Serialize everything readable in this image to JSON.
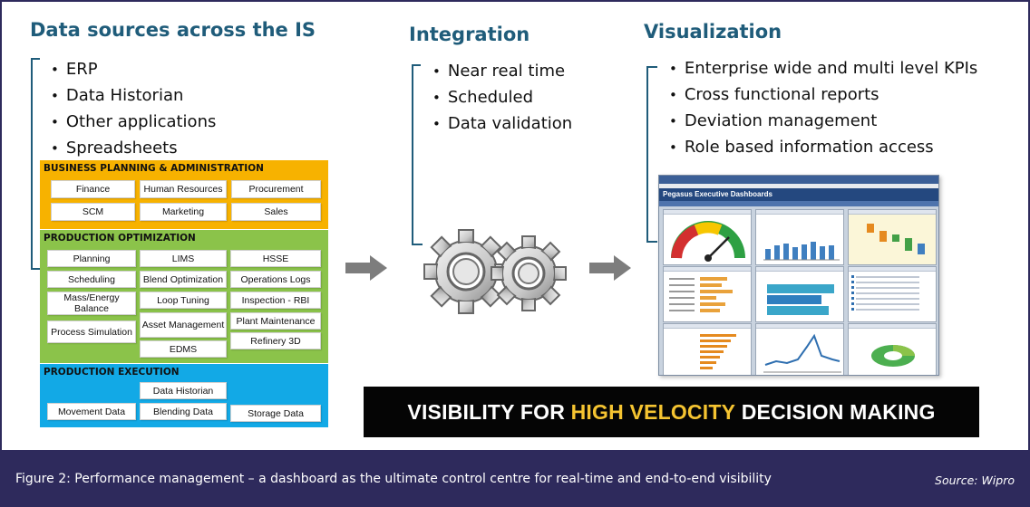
{
  "columns": {
    "sources": {
      "title": "Data sources across the IS",
      "items": [
        "ERP",
        "Data Historian",
        "Other applications",
        "Spreadsheets"
      ]
    },
    "integration": {
      "title": "Integration",
      "items": [
        "Near real time",
        "Scheduled",
        "Data validation"
      ]
    },
    "visualization": {
      "title": "Visualization",
      "items": [
        "Enterprise wide and multi level  KPIs",
        "Cross functional reports",
        "Deviation management",
        "Role based information access"
      ]
    }
  },
  "panels": {
    "bpa": {
      "title": "BUSINESS PLANNING & ADMINISTRATION",
      "boxes": [
        "Finance",
        "Human Resources",
        "Procurement",
        "SCM",
        "Marketing",
        "Sales"
      ]
    },
    "po": {
      "title": "PRODUCTION OPTIMIZATION",
      "boxes": [
        "Planning",
        "LIMS",
        "HSSE",
        "Scheduling",
        "Blend Optimization",
        "Operations Logs",
        "Mass/Energy Balance",
        "Loop Tuning",
        "Inspection - RBI",
        "Asset Management",
        "Plant Maintenance",
        "Process Simulation",
        "Refinery 3D",
        "EDMS"
      ]
    },
    "pe": {
      "title": "PRODUCTION EXECUTION",
      "boxes": [
        "Data Historian",
        "Movement Data",
        "Blending Data",
        "Storage Data"
      ]
    }
  },
  "dashboard": {
    "title": "Pegasus Executive Dashboards"
  },
  "banner": {
    "pre": "VISIBILITY FOR ",
    "highlight": "HIGH VELOCITY",
    "post": " DECISION MAKING"
  },
  "caption": "Figure 2: Performance management – a dashboard as the ultimate control centre for real-time and end-to-end visibility",
  "source": "Source: Wipro",
  "colors": {
    "frame": "#2e2a5c",
    "heading": "#1f5c7a",
    "bpa": "#f7b200",
    "po": "#8bc34a",
    "pe": "#12a9e6",
    "highlight": "#f5c431"
  }
}
